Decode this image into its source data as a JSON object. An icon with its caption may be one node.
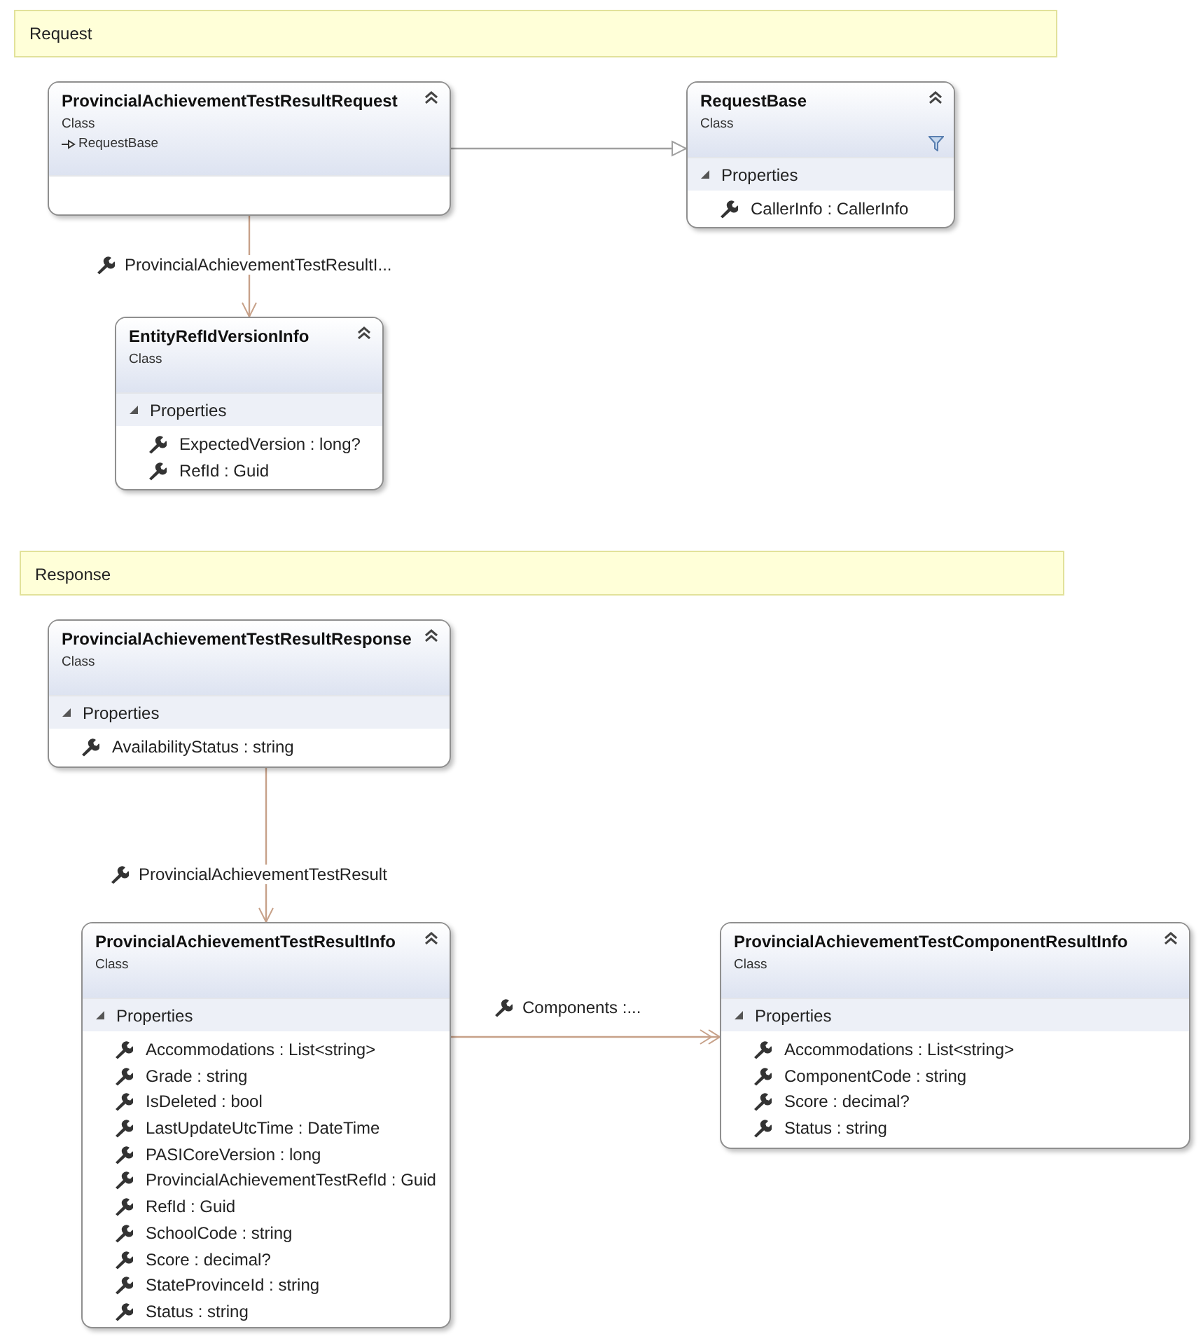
{
  "diagram": {
    "nodes": [
      {
        "text": [
          "Request"
        ]
      },
      {
        "text": [
          "ProvincialAchievementTestResultRequest",
          "Class",
          "RequestBase"
        ]
      },
      {
        "text": [
          "RequestBase",
          "Class",
          "Properties",
          "CallerInfo : CallerInfo"
        ]
      },
      {
        "text": [
          "EntityRefIdVersionInfo",
          "Class",
          "Properties",
          "ExpectedVersion : long?",
          "RefId : Guid"
        ]
      },
      {
        "text": [
          "Response"
        ]
      },
      {
        "text": [
          "ProvincialAchievementTestResultResponse",
          "Class",
          "Properties",
          "AvailabilityStatus : string"
        ]
      },
      {
        "text": [
          "ProvincialAchievementTestResultInfo",
          "Class",
          "Properties",
          "Accommodations : List<string>",
          "Grade : string",
          "IsDeleted : bool",
          "LastUpdateUtcTime : DateTime",
          "PASICoreVersion : long",
          "ProvincialAchievementTestRefId : Guid",
          "RefId : Guid",
          "SchoolCode : string",
          "Score : decimal?",
          "StateProvinceId : string",
          "Status : string"
        ]
      },
      {
        "text": [
          "ProvincialAchievementTestComponentResultInfo",
          "Class",
          "Properties",
          "Accommodations : List<string>",
          "ComponentCode : string",
          "Score : decimal?",
          "Status : string"
        ]
      }
    ],
    "edges": [
      {
        "from": 1,
        "to": 2,
        "arrow": "to",
        "color": "#a0a0a0"
      },
      {
        "from": 1,
        "to": 3,
        "arrow": "to",
        "label": "ProvincialAchievementTestResultI..."
      },
      {
        "from": 5,
        "to": 6,
        "arrow": "to",
        "label": "ProvincialAchievementTestResult"
      },
      {
        "from": 6,
        "to": 7,
        "arrow": "to",
        "label": "Components :..."
      }
    ]
  }
}
